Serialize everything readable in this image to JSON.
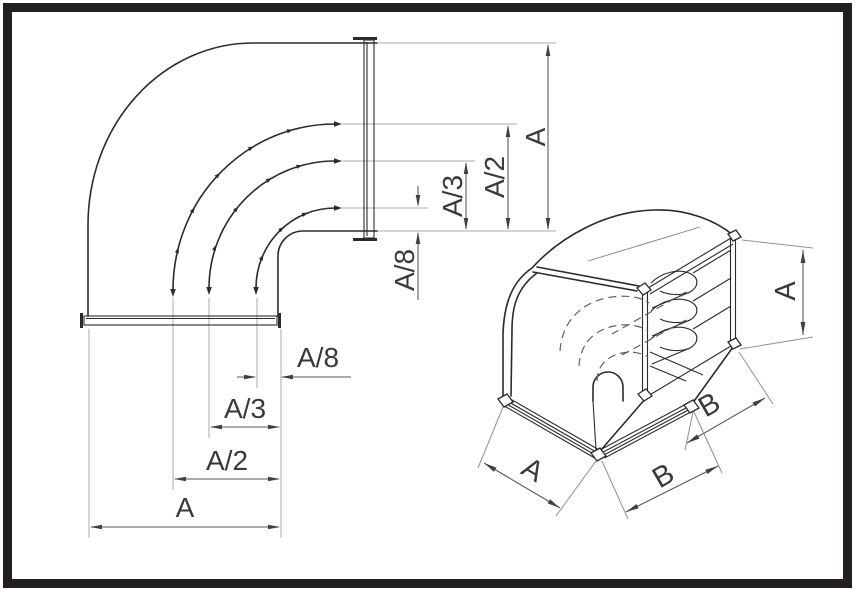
{
  "drawing_title": "90-degree rectangular duct elbow with turning vanes",
  "colors": {
    "frame": "#231f20",
    "outline": "#2d2a2b",
    "dimension": "#58595b",
    "extension": "#a9abae",
    "label": "#3a3a3c",
    "background": "#ffffff"
  },
  "front_view": {
    "right_dims": {
      "a": {
        "label": "A"
      },
      "a2": {
        "label": "A/2"
      },
      "a3": {
        "label": "A/3"
      },
      "a8": {
        "label": "A/8"
      }
    },
    "bottom_dims": {
      "a8": {
        "label": "A/8"
      },
      "a3": {
        "label": "A/3"
      },
      "a2": {
        "label": "A/2"
      },
      "a": {
        "label": "A"
      }
    }
  },
  "iso_view": {
    "right_dim": {
      "label": "A"
    },
    "upper_depth_dim": {
      "label": "B"
    },
    "bottom_dim": {
      "label": "B"
    },
    "bottom_left_dim": {
      "label": "A"
    }
  }
}
